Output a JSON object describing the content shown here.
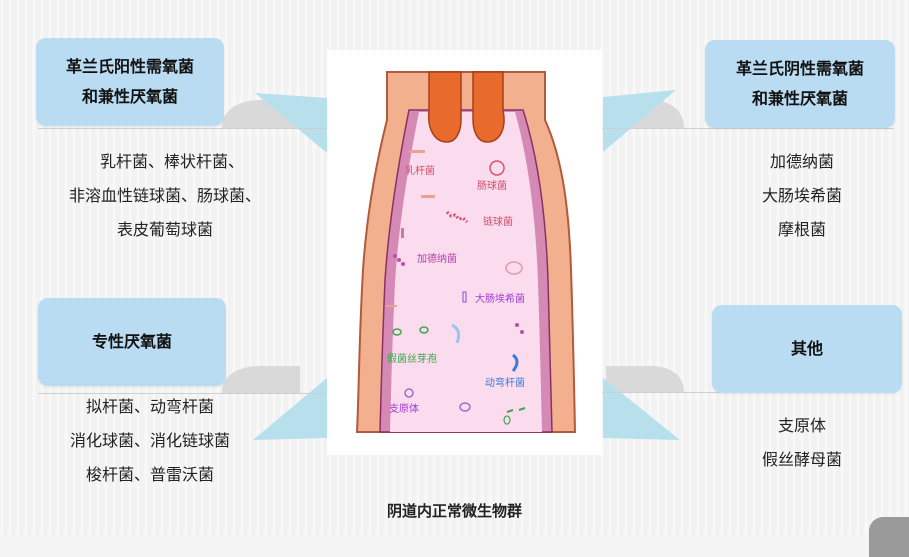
{
  "boxes": {
    "top_left": [
      "革兰氏阳性需氧菌",
      "和兼性厌氧菌"
    ],
    "top_right": [
      "革兰氏阴性需氧菌",
      "和兼性厌氧菌"
    ],
    "mid_left": "专性厌氧菌",
    "mid_right": "其他"
  },
  "lists": {
    "top_left": [
      "乳杆菌、棒状杆菌、",
      "非溶血性链球菌、肠球菌、",
      "表皮葡萄球菌"
    ],
    "top_right": [
      "加德纳菌",
      "大肠埃希菌",
      "摩根菌"
    ],
    "bottom_left": [
      "拟杆菌、动弯杆菌",
      "消化球菌、消化链球菌",
      "梭杆菌、普雷沃菌"
    ],
    "bottom_right": [
      "支原体",
      "假丝酵母菌"
    ]
  },
  "illustration": {
    "labels": [
      "乳杆菌",
      "肠球菌",
      "链球菌",
      "加德纳菌",
      "大肠埃希菌",
      "假菌丝芽孢",
      "动弯杆菌",
      "支原体"
    ],
    "colors": {
      "lumen": "#fbdcef",
      "wall": "#f3b08f",
      "wall_edge": "#b25a3c",
      "mucosa": "#d58ab5",
      "cervix": "#e86a2c"
    }
  },
  "caption": "阴道内正常微生物群"
}
